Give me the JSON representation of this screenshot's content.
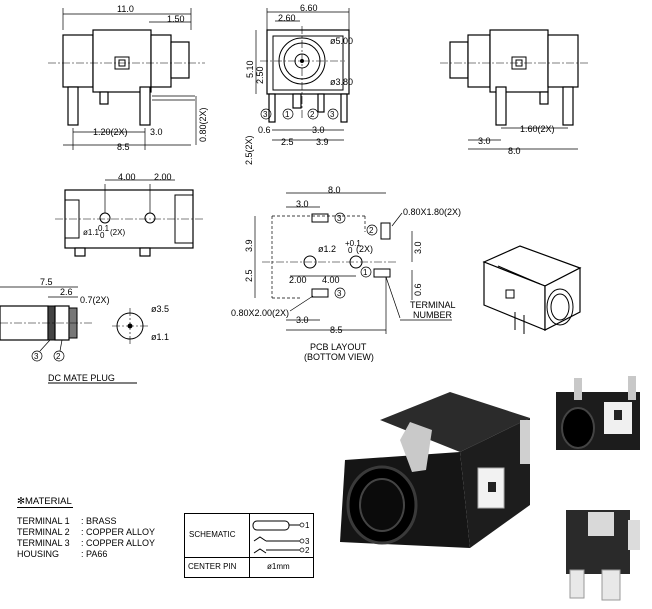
{
  "views": {
    "front": {
      "dims": [
        "11.0",
        "1.50",
        "1.20(2X)",
        "3.0",
        "8.5",
        "0.80(2X)"
      ]
    },
    "side": {
      "dims": [
        "6.60",
        "2.60",
        "ø5.00",
        "5.10",
        "2.50",
        "ø3.80",
        "0.6",
        "3.0",
        "2.5",
        "3.9",
        "2.5(2X)"
      ],
      "terminals": [
        "3",
        "1",
        "2",
        "3"
      ]
    },
    "rear": {
      "dims": [
        "1.60(2X)",
        "3.0",
        "8.0"
      ]
    },
    "bottom": {
      "dims": [
        "4.00",
        "2.00",
        "ø1.1",
        "0.1",
        "0",
        "(2X)"
      ]
    },
    "plug": {
      "dims": [
        "7.5",
        "2.6",
        "0.7(2X)",
        "ø3.5",
        "ø1.1"
      ],
      "terminals": [
        "3",
        "2"
      ],
      "caption": "DC MATE PLUG"
    },
    "pcb": {
      "dims": [
        "8.0",
        "3.0",
        "0.80X1.80(2X)",
        "3.9",
        "ø1.2",
        "+0.1",
        "0",
        "(2X)",
        "3.0",
        "2.5",
        "2.00",
        "4.00",
        "0.6",
        "0.80X2.00(2X)",
        "3.0",
        "8.5"
      ],
      "terminals": [
        "3",
        "2",
        "1",
        "3"
      ],
      "terminal_label": [
        "TERMINAL",
        "NUMBER"
      ],
      "caption": [
        "PCB LAYOUT",
        "(BOTTOM VIEW)"
      ]
    }
  },
  "material": {
    "title": "✻MATERIAL",
    "rows": [
      {
        "name": "TERMINAL 1",
        "value": ": BRASS"
      },
      {
        "name": "TERMINAL 2",
        "value": ": COPPER ALLOY"
      },
      {
        "name": "TERMINAL 3",
        "value": ": COPPER ALLOY"
      },
      {
        "name": "HOUSING",
        "value": ": PA66"
      }
    ]
  },
  "table": {
    "schematic_label": "SCHEMATIC",
    "pins": [
      "1",
      "3",
      "2"
    ],
    "center_pin_label": "CENTER PIN",
    "center_pin_value": "ø1mm"
  }
}
